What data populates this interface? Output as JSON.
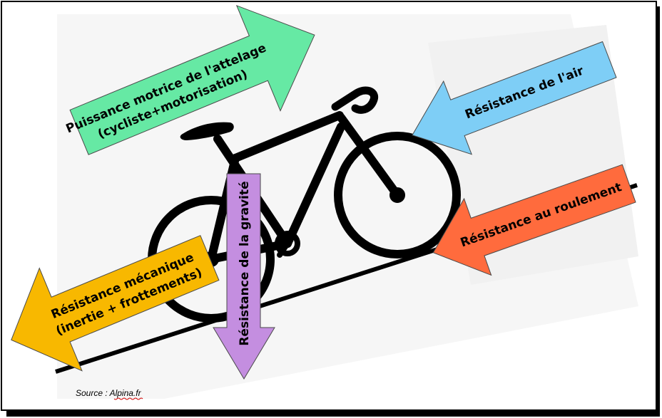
{
  "arrows": {
    "propulsion": {
      "line1": "Puissance motrice de l'attelage",
      "line2": "(cycliste+motorisation)",
      "color": "#66e9a4"
    },
    "air": {
      "label": "Résistance de l'air",
      "color": "#7ecef6"
    },
    "rolling": {
      "label": "Résistance au roulement",
      "color": "#ff6b3d"
    },
    "mechanical": {
      "line1": "Résistance mécanique",
      "line2": "(inertie + frottements)",
      "color": "#f8b800"
    },
    "gravity": {
      "label": "Résistance de la gravité",
      "color": "#c48ee0"
    }
  },
  "source": {
    "prefix": "Source : ",
    "site": "Alpina.fr"
  }
}
